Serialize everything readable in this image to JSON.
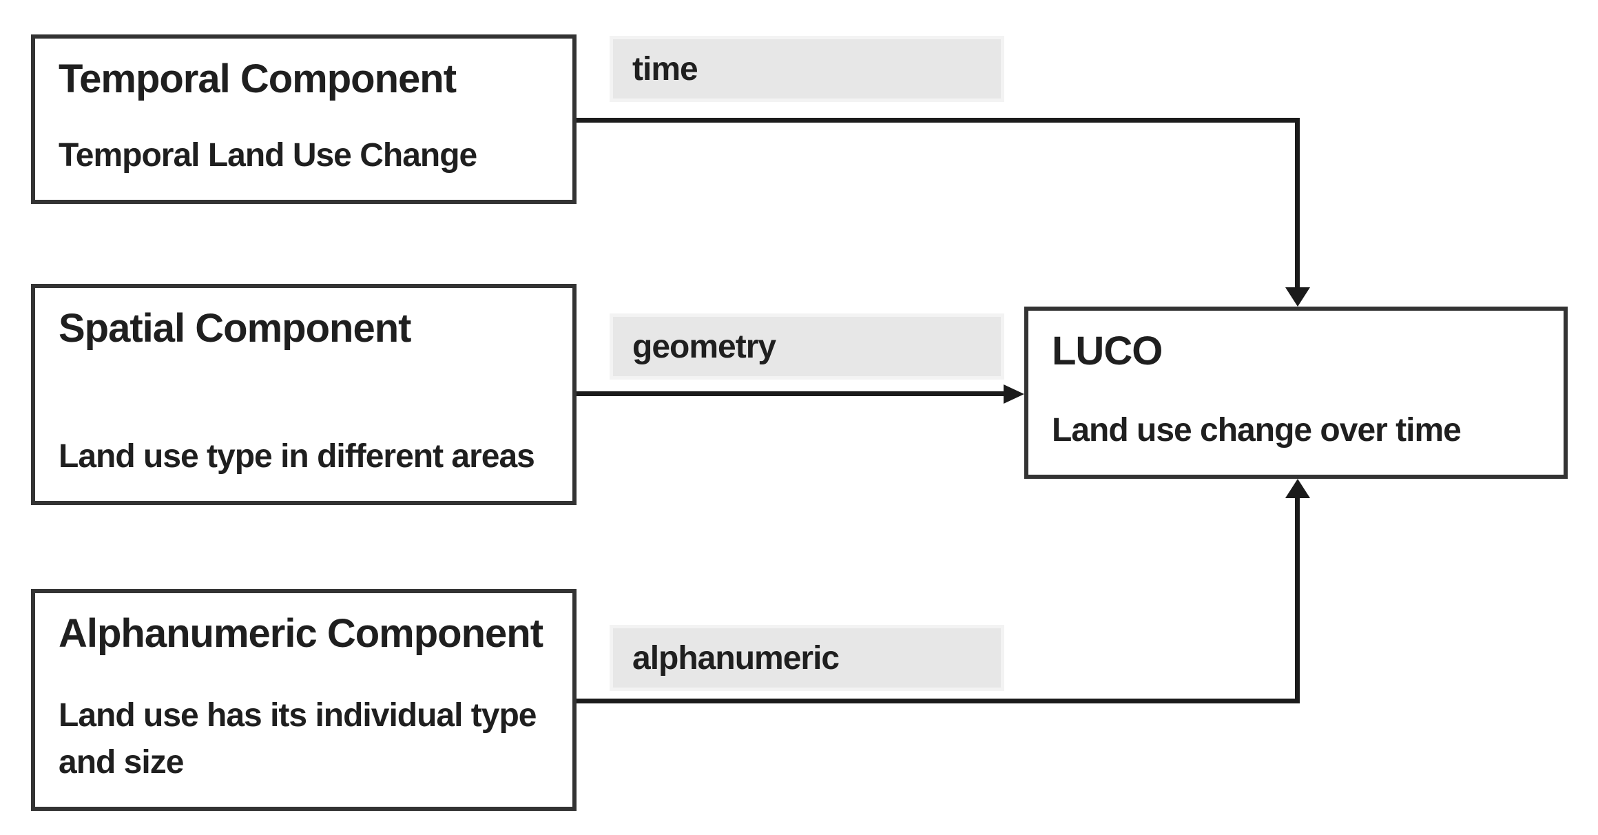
{
  "diagram": {
    "nodes": [
      {
        "id": "temporal",
        "title": "Temporal Component",
        "description": "Temporal Land Use Change"
      },
      {
        "id": "spatial",
        "title": "Spatial Component",
        "description": "Land use type in different areas"
      },
      {
        "id": "alphanumeric",
        "title": "Alphanumeric Component",
        "description": "Land use has its individual type and size"
      },
      {
        "id": "luco",
        "title": "LUCO",
        "description": "Land use change over time"
      }
    ],
    "edge_labels": [
      {
        "id": "time",
        "text": "time"
      },
      {
        "id": "geometry",
        "text": "geometry"
      },
      {
        "id": "alphanumeric",
        "text": "alphanumeric"
      }
    ],
    "edges": [
      {
        "from": "temporal",
        "to": "luco",
        "label": "time",
        "path": "right-then-down-into-top-of-target"
      },
      {
        "from": "spatial",
        "to": "luco",
        "label": "geometry",
        "path": "right-into-left-side-of-target"
      },
      {
        "from": "alphanumeric",
        "to": "luco",
        "label": "alphanumeric",
        "path": "right-then-up-into-bottom-of-target"
      }
    ],
    "colors": {
      "background": "#ffffff",
      "box_border": "#333333",
      "box_fill": "#ffffff",
      "connector_line": "#1b1b1b",
      "label_background": "#e7e7e7",
      "label_border": "#f3f3f3",
      "text": "#1f1f1f"
    }
  }
}
